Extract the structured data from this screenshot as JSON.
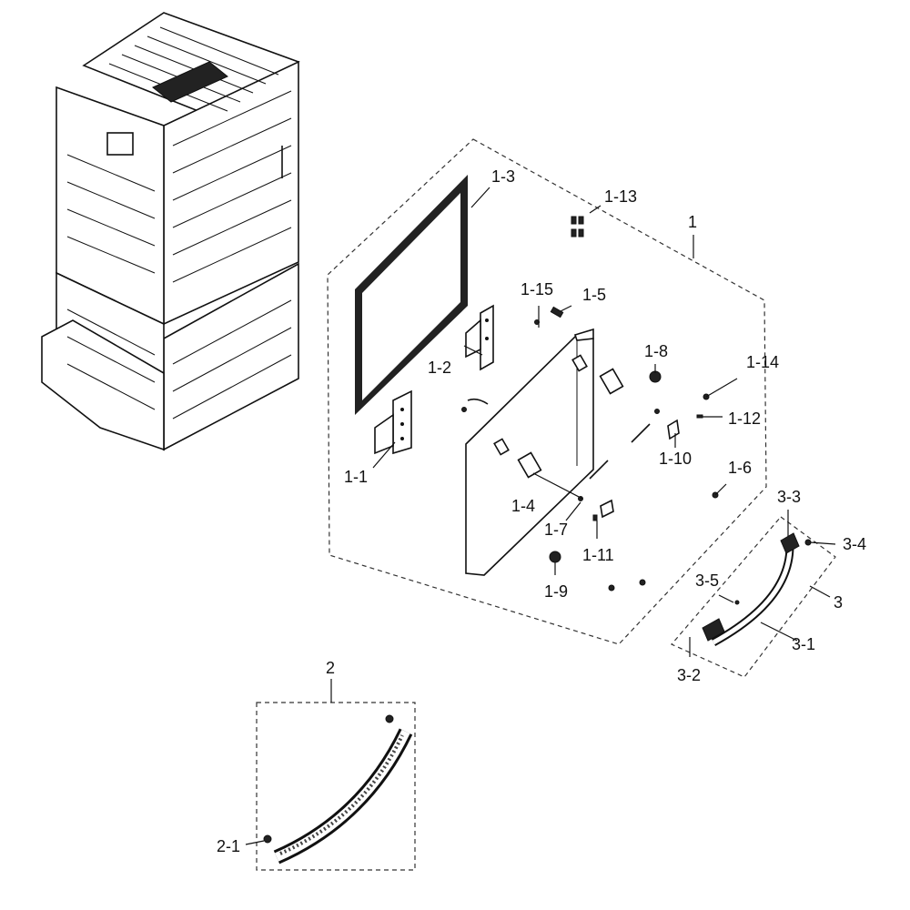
{
  "labels": {
    "l1": "1",
    "l1_1": "1-1",
    "l1_2": "1-2",
    "l1_3": "1-3",
    "l1_4": "1-4",
    "l1_5": "1-5",
    "l1_6": "1-6",
    "l1_7": "1-7",
    "l1_8": "1-8",
    "l1_9": "1-9",
    "l1_10": "1-10",
    "l1_11": "1-11",
    "l1_12": "1-12",
    "l1_13": "1-13",
    "l1_14": "1-14",
    "l1_15": "1-15",
    "l2": "2",
    "l2_1": "2-1",
    "l3": "3",
    "l3_1": "3-1",
    "l3_2": "3-2",
    "l3_3": "3-3",
    "l3_4": "3-4",
    "l3_5": "3-5"
  }
}
